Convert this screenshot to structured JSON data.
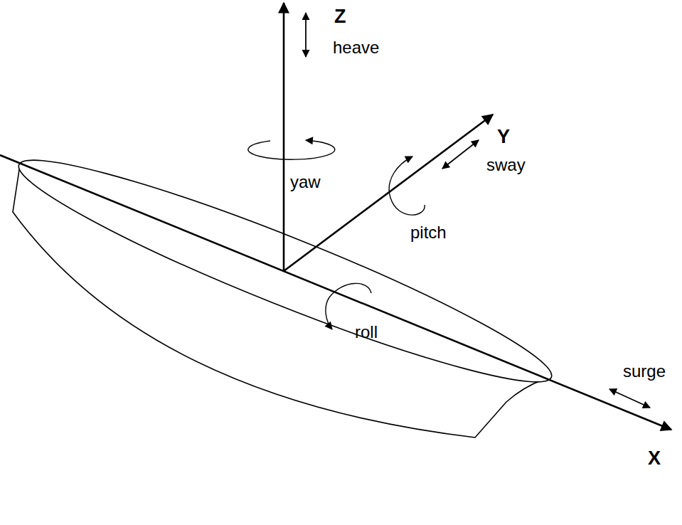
{
  "diagram": {
    "labels": [
      "Z",
      "heave",
      "Y",
      "sway",
      "yaw",
      "pitch",
      "roll",
      "surge",
      "X"
    ]
  }
}
